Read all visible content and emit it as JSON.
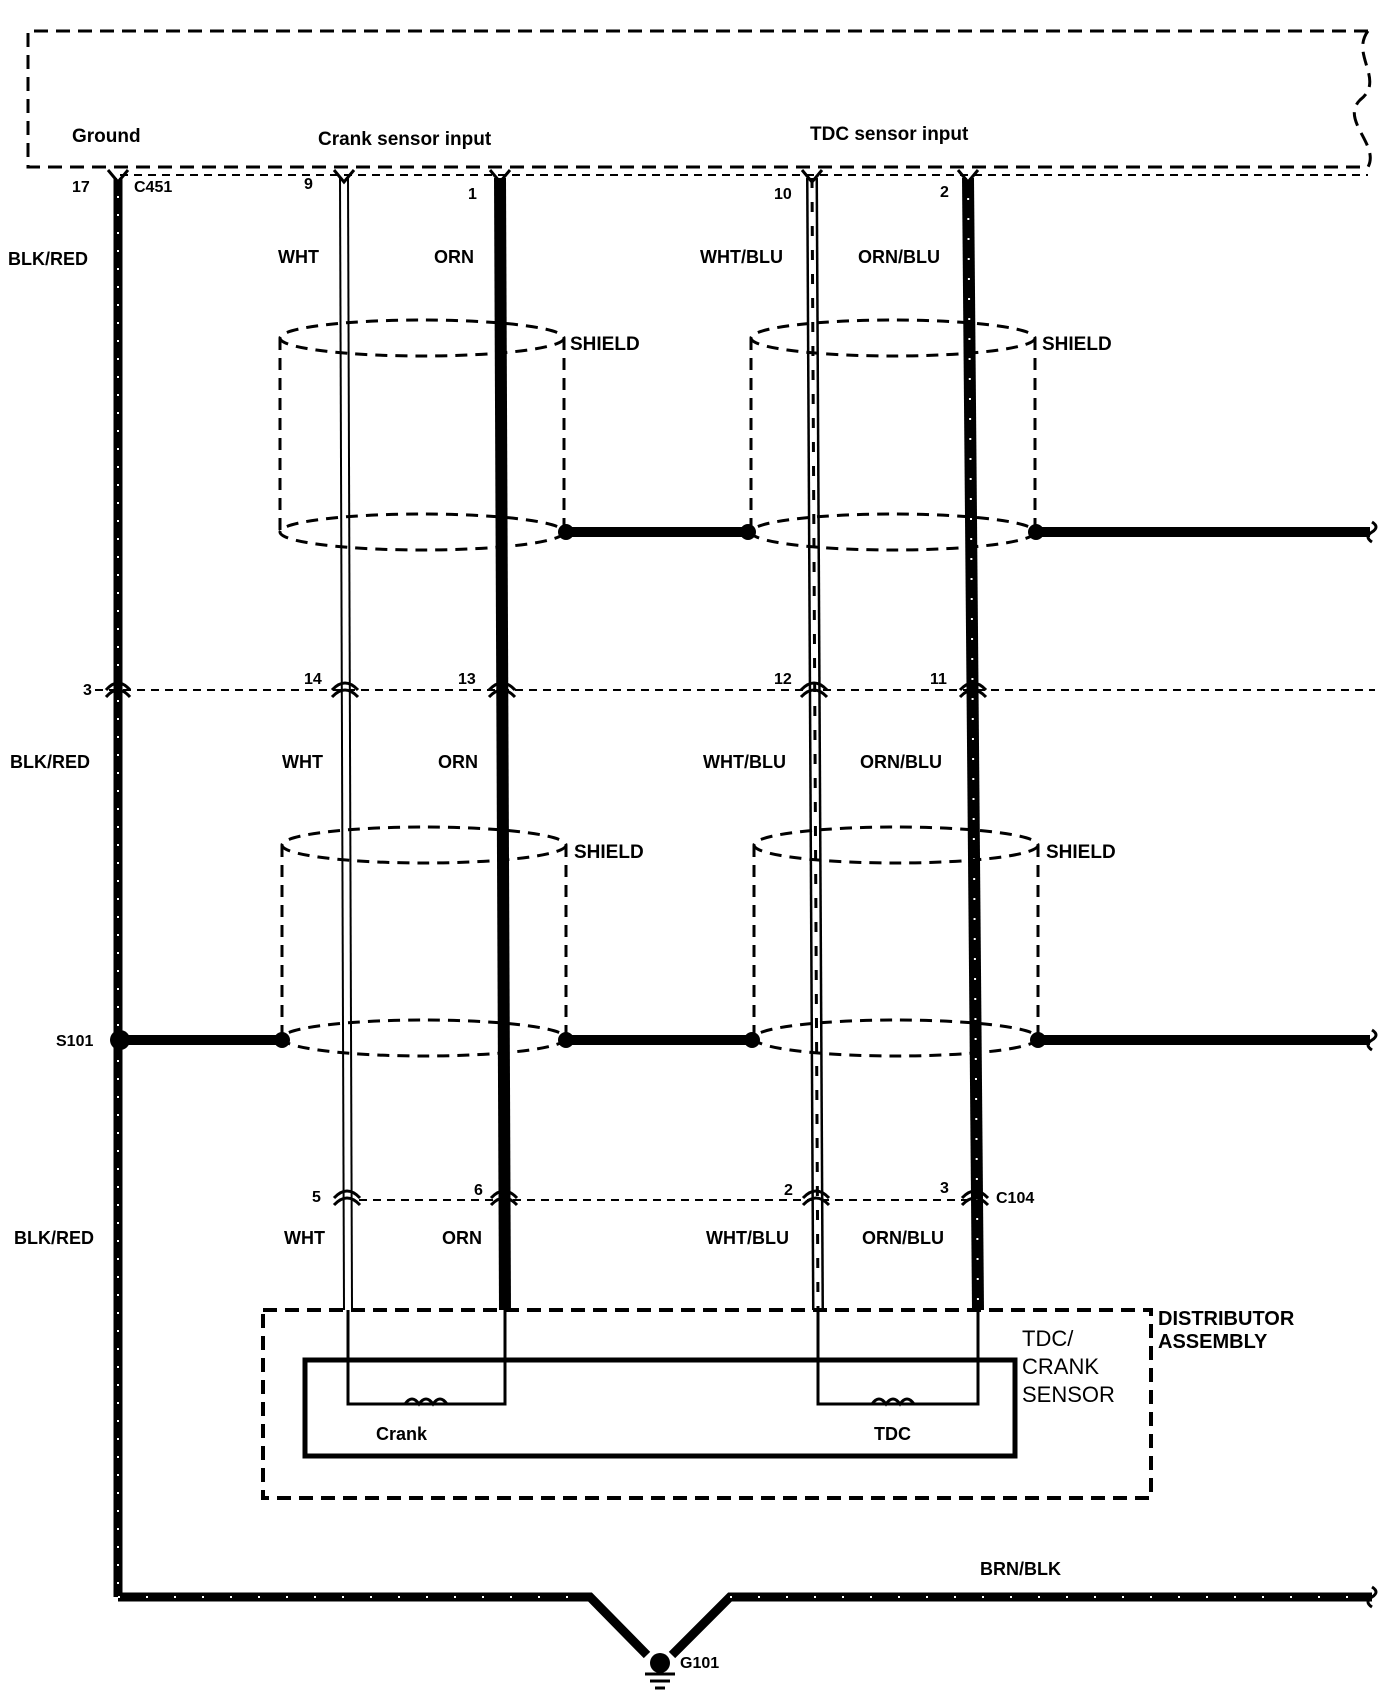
{
  "ecm": {
    "ground_label": "Ground",
    "crank_input_label": "Crank sensor input",
    "tdc_input_label": "TDC sensor input"
  },
  "connectors": {
    "top": "C451",
    "bottom": "C104",
    "splice": "S101",
    "ground_point": "G101"
  },
  "pins": {
    "row1": [
      "17",
      "9",
      "1",
      "10",
      "2"
    ],
    "row2": [
      "3",
      "14",
      "13",
      "12",
      "11"
    ],
    "row3": [
      "5",
      "6",
      "2",
      "3"
    ]
  },
  "wires": {
    "ground": "BLK/RED",
    "crank_a": "WHT",
    "crank_b": "ORN",
    "tdc_a": "WHT/BLU",
    "tdc_b": "ORN/BLU",
    "ground_bus": "BRN/BLK"
  },
  "shield_label": "SHIELD",
  "sensor": {
    "assembly": [
      "DISTRIBUTOR",
      "ASSEMBLY"
    ],
    "name": [
      "TDC/",
      "CRANK",
      "SENSOR"
    ],
    "coil_left": "Crank",
    "coil_right": "TDC"
  },
  "colors": {
    "line": "#000000",
    "background": "#ffffff"
  }
}
